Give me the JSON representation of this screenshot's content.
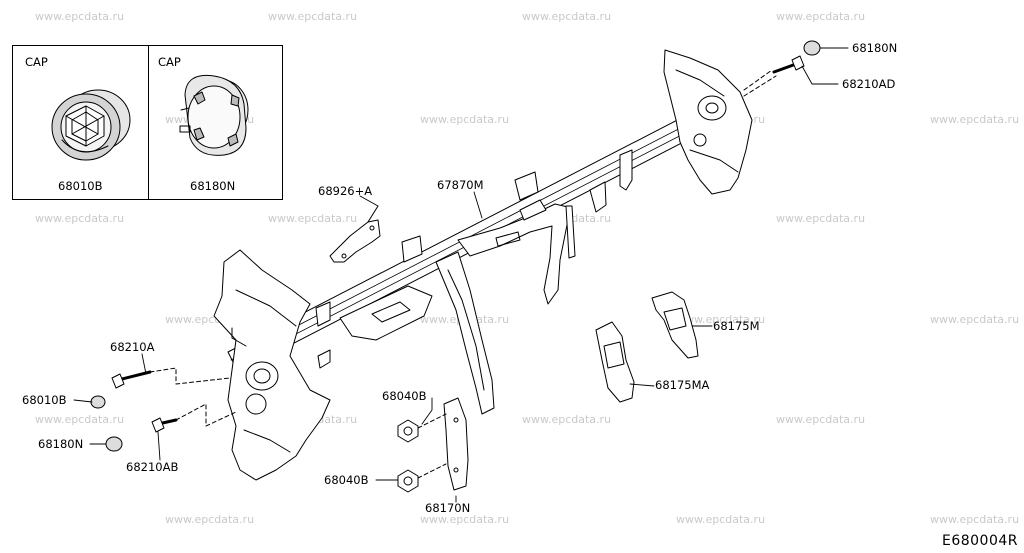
{
  "watermark_text": "www.epcdata.ru",
  "inset": {
    "left_caption": "CAP",
    "right_caption": "CAP",
    "left_part": "68010B",
    "right_part": "68180N"
  },
  "parts": {
    "p68180N_top": "68180N",
    "p68210AD": "68210AD",
    "p68926A": "68926+A",
    "p67870M": "67870M",
    "p68210A": "68210A",
    "p68010B": "68010B",
    "p68180N_left": "68180N",
    "p68210AB": "68210AB",
    "p68175M": "68175M",
    "p68175MA": "68175MA",
    "p68040B_top": "68040B",
    "p68040B_bot": "68040B",
    "p68170N": "68170N"
  },
  "diagram_code": "E680004R"
}
